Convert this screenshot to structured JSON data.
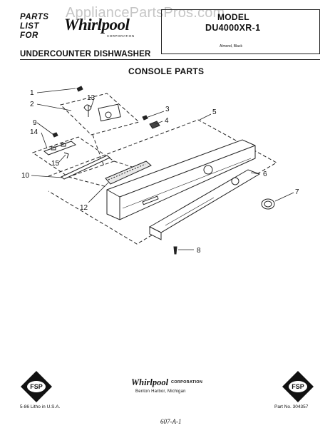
{
  "header": {
    "parts_list_lines": [
      "PARTS",
      "LIST",
      "FOR"
    ],
    "brand": "Whirlpool",
    "brand_corp": "CORPORATION",
    "watermark": "AppliancePartsPros.com",
    "model_label": "MODEL",
    "model_number": "DU4000XR-1",
    "model_colors": "Almond, Black",
    "product": "UNDERCOUNTER DISHWASHER"
  },
  "section_title": "CONSOLE PARTS",
  "callouts": {
    "c1": "1",
    "c2": "2",
    "c3": "3",
    "c4": "4",
    "c5": "5",
    "c6": "6",
    "c7": "7",
    "c8": "8",
    "c9": "9",
    "c10": "10",
    "c12": "12",
    "c13": "13",
    "c14": "14",
    "c15": "15"
  },
  "footer": {
    "brand": "Whirlpool",
    "brand_corp": "CORPORATION",
    "address": "Benton Harbor, Michigan",
    "print_info": "5-86 Litho in U.S.A.",
    "part_no": "Part No. 304357",
    "logo_text": "FSP",
    "handwritten": "607-A-1"
  }
}
